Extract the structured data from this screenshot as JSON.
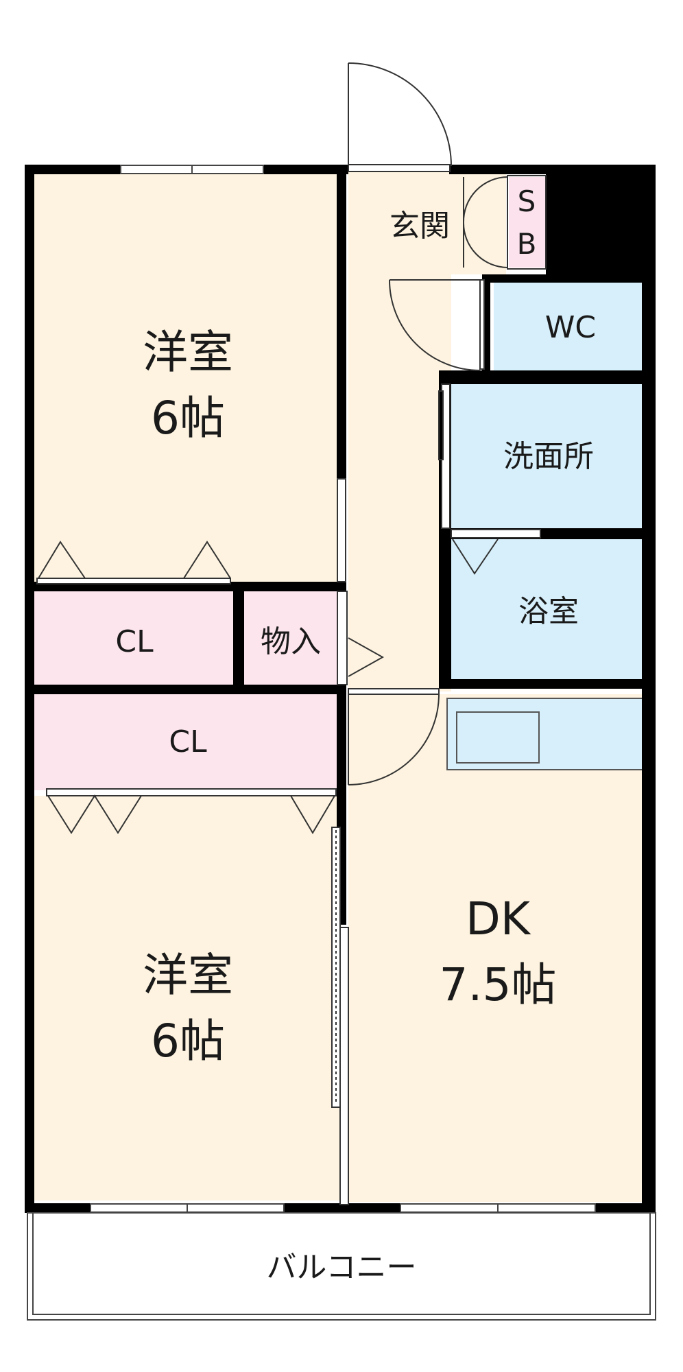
{
  "rooms": {
    "western_room_top": {
      "name": "洋室",
      "size": "6帖"
    },
    "western_room_bottom": {
      "name": "洋室",
      "size": "6帖"
    },
    "dk": {
      "name": "DK",
      "size": "7.5帖"
    },
    "entrance": "玄関",
    "shoe_box_top": "S",
    "shoe_box_bottom": "B",
    "wc": "WC",
    "washroom": "洗面所",
    "bathroom": "浴室",
    "closet_top": "CL",
    "closet_middle": "CL",
    "storage": "物入",
    "balcony": "バルコニー"
  },
  "colors": {
    "room_floor": "#fdf3e0",
    "wet_area": "#d6effa",
    "closet": "#fde5ee",
    "shoe_box": "#fbe2ec",
    "wall": "#000000"
  }
}
